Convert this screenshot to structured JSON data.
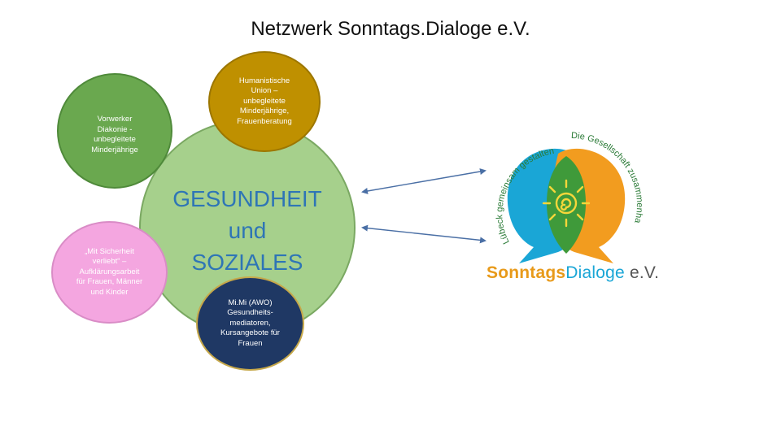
{
  "title": "Netzwerk Sonntags.Dialoge e.V.",
  "nodes": {
    "center": "GESUNDHEIT\nund\nSOZIALES",
    "diakonie": "Vorwerker\nDiakonie -\nunbegleitete\nMinderjährige",
    "humanistische_union": "Humanistische\nUnion –\nunbegleitete\nMinderjährige,\nFrauenberatung",
    "mit_sicherheit": "„Mit Sicherheit\nverliebt“ –\nAufklärungsarbeit\nfür Frauen, Männer\nund Kinder",
    "mimi": "Mi.Mi (AWO)\nGesundheits-\nmediatoren,\nKursangebote für\nFrauen"
  },
  "logo": {
    "arc_left": "Lübeck gemeinsam gestalten",
    "arc_right": "Die Gesellschaft zusammenhalten",
    "word_part1": "Sonntags",
    "word_part2": "Dialoge",
    "word_part3": " e.V."
  },
  "colors": {
    "center": "#a6d08c",
    "center_text": "#2e75b6",
    "diakonie": "#6aa84f",
    "humanistische_union": "#bf9000",
    "mit_sicherheit": "#f4a6e0",
    "mimi": "#1f3864",
    "arrow": "#4a6fa5",
    "logo_blue": "#1aa6d6",
    "logo_orange": "#f29c1f",
    "logo_green": "#3f9a3a"
  }
}
